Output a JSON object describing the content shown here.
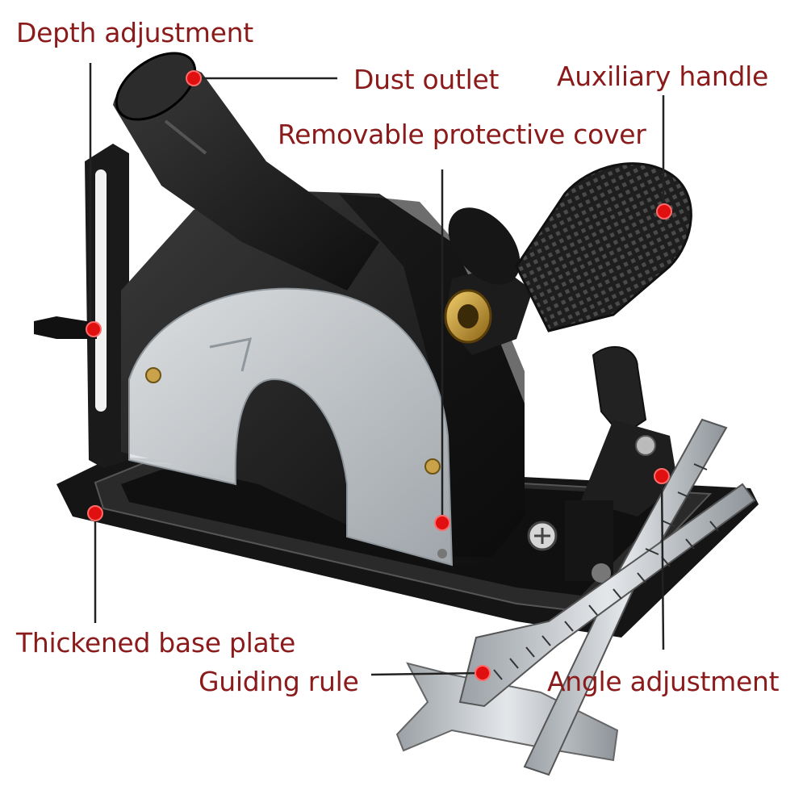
{
  "labels": {
    "depth_adjustment": "Depth adjustment",
    "dust_outlet": "Dust outlet",
    "auxiliary_handle": "Auxiliary handle",
    "removable_protective_cover": "Removable protective cover",
    "thickened_base_plate": "Thickened base plate",
    "guiding_rule": "Guiding rule",
    "angle_adjustment": "Angle adjustment"
  },
  "colors": {
    "label_text": "#8b1a1a",
    "marker": "#e01010",
    "leader_line": "#222222",
    "tool_body": "#1a1a1a",
    "cover_transparent": "#d8dde2",
    "brass_fitting": "#c8962a"
  },
  "illustration": {
    "subject": "angle-grinder-to-circular-saw-conversion-stand"
  }
}
